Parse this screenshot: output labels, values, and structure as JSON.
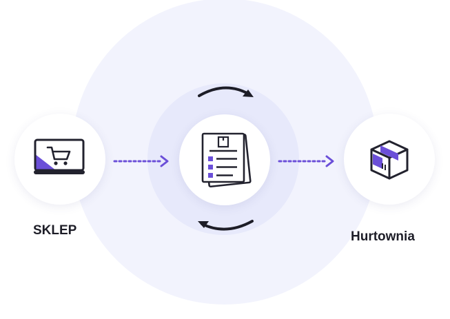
{
  "nodes": {
    "shop": {
      "label": "SKLEP",
      "icon": "laptop-cart-icon"
    },
    "documents": {
      "icon": "document-list-icon"
    },
    "wholesaler": {
      "label": "Hurtownia",
      "icon": "package-box-icon"
    }
  },
  "connectors": [
    {
      "from": "shop",
      "to": "documents",
      "style": "dotted-arrow"
    },
    {
      "from": "documents",
      "to": "wholesaler",
      "style": "dotted-arrow"
    }
  ],
  "cycle_arrows": [
    "clockwise-top-arrow-icon",
    "clockwise-bottom-arrow-icon"
  ],
  "colors": {
    "accent": "#6b4fd8",
    "outline": "#22222e",
    "outer_circle": "#f2f3fd",
    "inner_circle": "#e7e9fb",
    "node_fill": "#ffffff"
  }
}
